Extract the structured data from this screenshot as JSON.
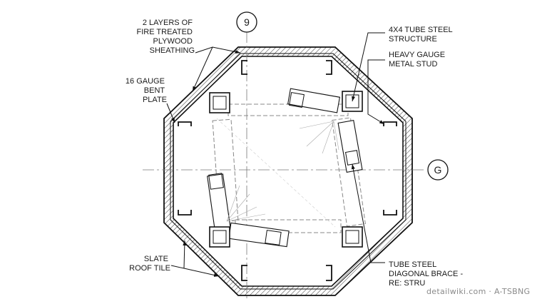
{
  "grid": {
    "vertical_label": "9",
    "horizontal_label": "G"
  },
  "callouts": {
    "plywood": [
      "2 LAYERS OF",
      "FIRE TREATED",
      "PLYWOOD",
      "SHEATHING"
    ],
    "bent_plate": [
      "16 GAUGE",
      "BENT",
      "PLATE"
    ],
    "slate": [
      "SLATE",
      "ROOF TILE"
    ],
    "tube_steel": [
      "4X4 TUBE STEEL",
      "STRUCTURE"
    ],
    "metal_stud": [
      "HEAVY GAUGE",
      "METAL STUD"
    ],
    "diagonal_brace": [
      "TUBE STEEL",
      "DIAGONAL BRACE -",
      "RE: STRU"
    ]
  },
  "watermark": "detailwiki.com · A-TSBNG"
}
